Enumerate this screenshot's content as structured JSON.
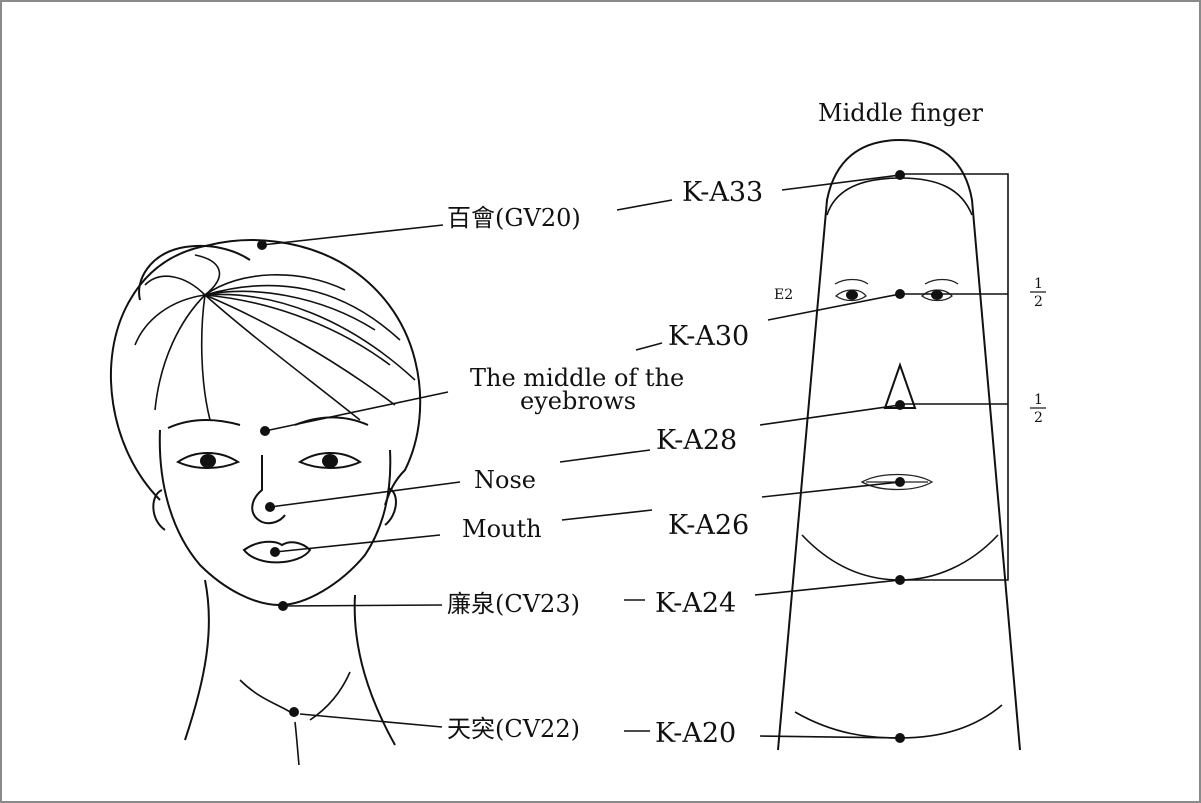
{
  "finger_title": "Middle finger",
  "points": {
    "gv20": "百會(GV20)",
    "eyebrows_line1": "The middle of the",
    "eyebrows_line2": "eyebrows",
    "nose": "Nose",
    "mouth": "Mouth",
    "cv23": "廉泉(CV23)",
    "cv22": "天突(CV22)"
  },
  "finger_points": {
    "ka33": "K-A33",
    "ka30": "K-A30",
    "ka28": "K-A28",
    "ka26": "K-A26",
    "ka24": "K-A24",
    "ka20": "K-A20"
  },
  "side_marks": {
    "e2": "E2",
    "half_top_num": "1",
    "half_top_den": "2",
    "half_bottom_num": "1",
    "half_bottom_den": "2"
  }
}
